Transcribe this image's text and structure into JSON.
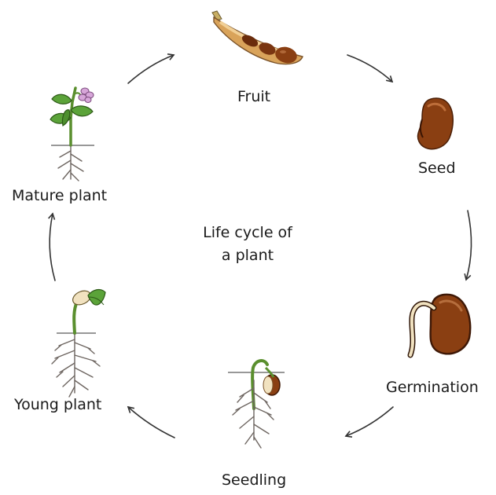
{
  "title_lines": [
    "Life cycle of",
    "a plant"
  ],
  "stages": [
    {
      "label": "Fruit",
      "icon": "bean-pod-icon"
    },
    {
      "label": "Seed",
      "icon": "bean-seed-icon"
    },
    {
      "label": "Germination",
      "icon": "germinating-seed-icon"
    },
    {
      "label": "Seedling",
      "icon": "seedling-icon"
    },
    {
      "label": "Young plant",
      "icon": "young-plant-icon"
    },
    {
      "label": "Mature plant",
      "icon": "mature-plant-icon"
    }
  ],
  "colors": {
    "seed_brown": "#8a3f12",
    "pod_tan": "#d9a35a",
    "leaf_green": "#5ba339",
    "stem_green": "#5a8f2e",
    "root": "#6d6560",
    "flower": "#d7a6d9",
    "arrow": "#333333"
  }
}
